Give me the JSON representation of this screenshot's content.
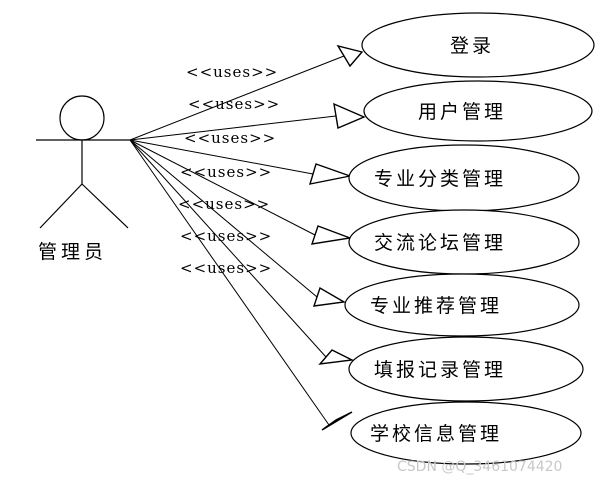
{
  "actor": {
    "label": "管理员"
  },
  "stereotype": "<<uses>>",
  "use_cases": [
    {
      "label": "登录"
    },
    {
      "label": "用户管理"
    },
    {
      "label": "专业分类管理"
    },
    {
      "label": "交流论坛管理"
    },
    {
      "label": "专业推荐管理"
    },
    {
      "label": "填报记录管理"
    },
    {
      "label": "学校信息管理"
    }
  ],
  "watermark": "CSDN @Q_3461074420"
}
